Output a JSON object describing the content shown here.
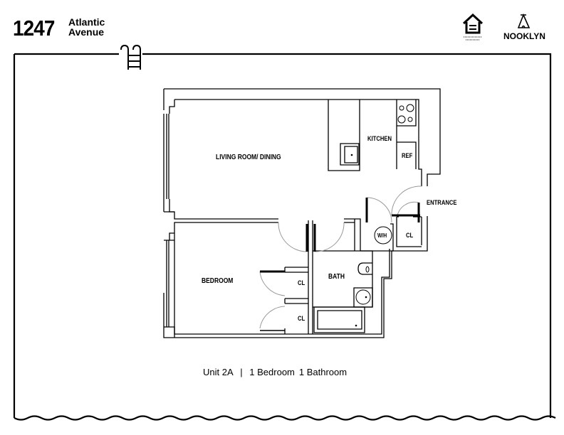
{
  "header": {
    "building_number": "1247",
    "street_line1": "Atlantic",
    "street_line2": "Avenue",
    "brand": "NOOKLYN",
    "icons": [
      "ladder-icon",
      "equal-housing-icon",
      "teepee-icon"
    ]
  },
  "floorplan": {
    "rooms": {
      "living": "LIVING ROOM/ DINING",
      "kitchen": "KITCHEN",
      "ref": "REF",
      "entrance": "ENTRANCE",
      "wh": "W/H",
      "cl_entry": "CL",
      "bedroom": "BEDROOM",
      "cl_bed1": "CL",
      "cl_bed2": "CL",
      "bath": "BATH"
    }
  },
  "caption": {
    "unit": "Unit 2A",
    "separator": "|",
    "bedrooms": "1 Bedroom",
    "bathrooms": "1 Bathroom"
  }
}
